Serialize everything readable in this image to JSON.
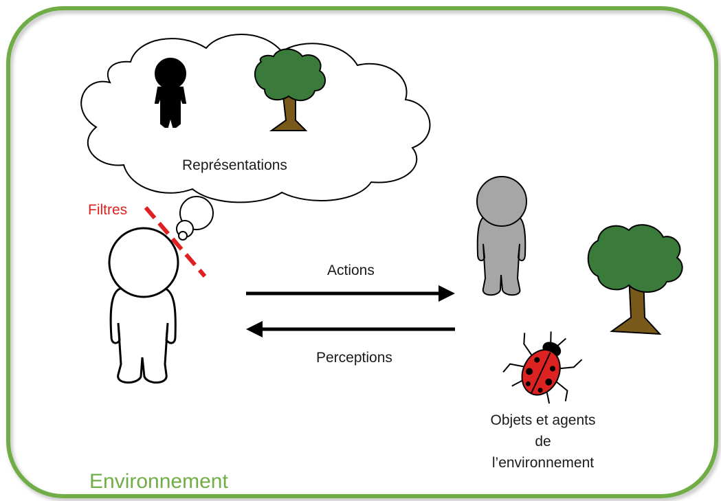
{
  "labels": {
    "representations": "Représentations",
    "filters": "Filtres",
    "actions": "Actions",
    "perceptions": "Perceptions",
    "objects_line1": "Objets et agents",
    "objects_line2": "de",
    "objects_line3": "l’environnement",
    "environment": "Environnement"
  },
  "colors": {
    "environment_border": "#70ad47",
    "filter_line": "#e02020",
    "filter_text": "#e02020",
    "arrow": "#000000",
    "tree_foliage": "#3a7a3a",
    "tree_trunk": "#7a5a1a",
    "mental_person": "#000000",
    "other_person": "#a6a6a6",
    "ladybug": "#dd2222"
  },
  "icons": [
    "thought-cloud",
    "person-icon",
    "tree-icon",
    "ladybug-icon",
    "arrow-right",
    "arrow-left"
  ]
}
